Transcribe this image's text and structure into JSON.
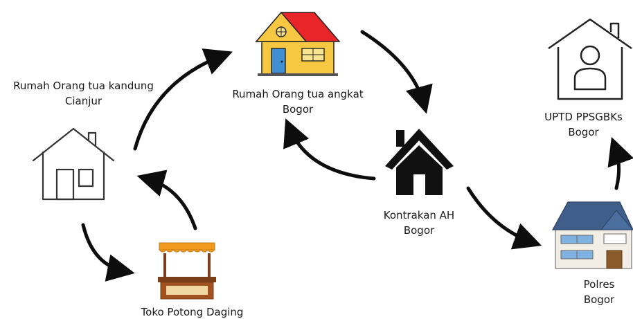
{
  "nodes": {
    "rumah_kandung": {
      "line1": "Rumah Orang tua kandung",
      "line2": "Cianjur"
    },
    "rumah_angkat": {
      "line1": "Rumah Orang tua angkat",
      "line2": "Bogor"
    },
    "kontrakan": {
      "line1": "Kontrakan AH",
      "line2": "Bogor"
    },
    "upt": {
      "line1": "UPTD PPSGBKs",
      "line2": "Bogor"
    },
    "polres": {
      "line1": "Polres",
      "line2": "Bogor"
    },
    "toko": {
      "line1": "Toko Potong Daging"
    }
  },
  "colors": {
    "arrow": "#0d0d0d",
    "roof_red": "#e8262a",
    "house_yellow": "#f6c842",
    "door_blue": "#3f8fd2",
    "police_roof": "#3f5f8a",
    "police_wall": "#f2eee6",
    "awning_orange": "#f29a1f",
    "stall_brown": "#a0521f"
  },
  "icons": {
    "rumah_kandung": "sketch-house-icon",
    "rumah_angkat": "colored-house-icon",
    "kontrakan": "black-house-icon",
    "upt": "person-in-house-icon",
    "polres": "police-building-icon",
    "toko": "market-stall-icon"
  }
}
